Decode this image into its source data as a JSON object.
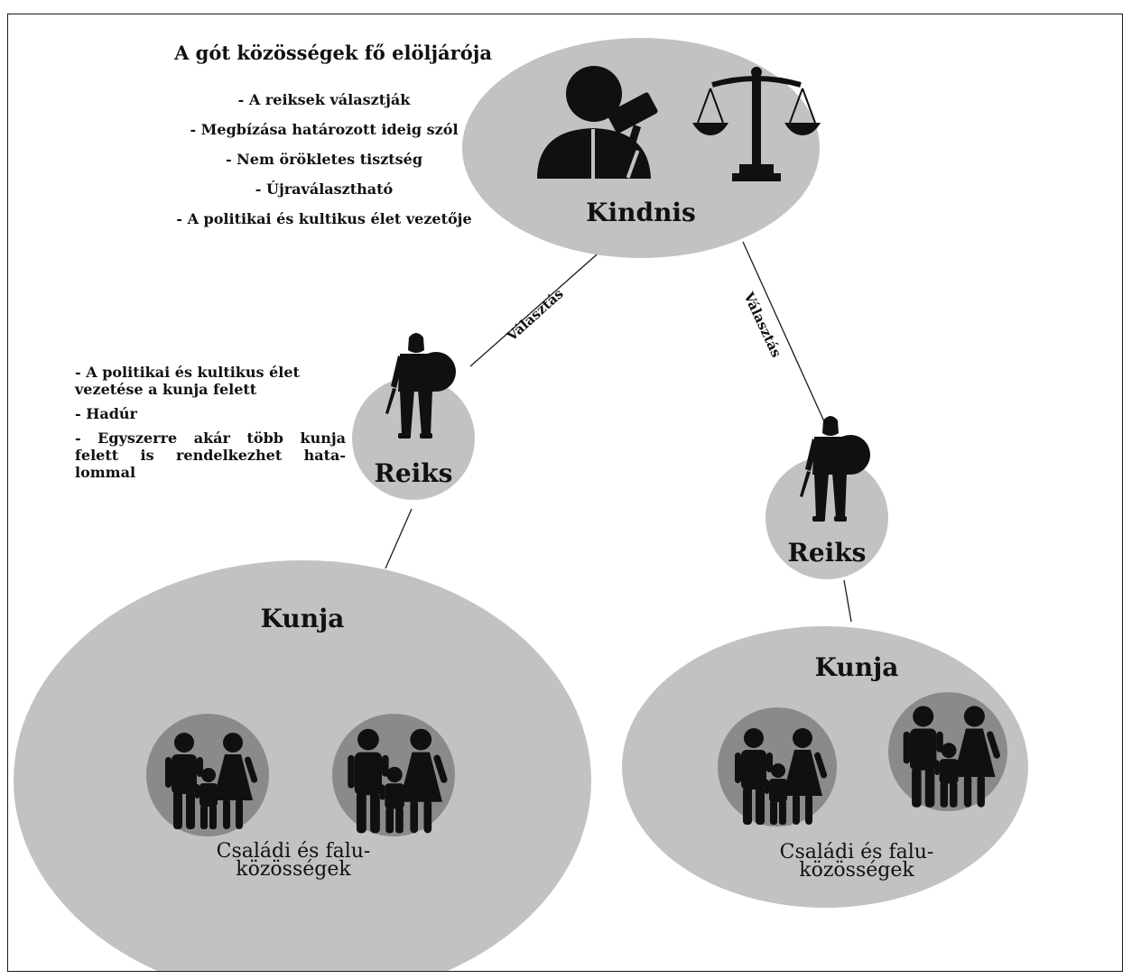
{
  "header": {
    "title": "A gót közösségek fő elöljárója",
    "bullets": [
      "- A reiksek választják",
      "- Megbízása határozott ideig szól",
      "- Nem örökletes tisztség",
      "- Újraválasztható",
      "- A politikai és kultikus élet vezetője"
    ]
  },
  "reiks_notes": {
    "item1_line1": "- A politikai és kultikus élet",
    "item1_line2": "vezetése a kunja felett",
    "item2": "- Hadúr",
    "item3_line1": "- Egyszerre akár több kunja",
    "item3_line2": "felett is rendelkezhet hata-",
    "item3_line3": "lommal"
  },
  "nodes": {
    "kindnis": "Kindnis",
    "reiks_left": "Reiks",
    "reiks_right": "Reiks",
    "kunja_left": "Kunja",
    "kunja_right": "Kunja"
  },
  "edges": {
    "left_label": "Választás",
    "right_label": "Választás"
  },
  "communities": {
    "left_line1": "Családi és falu-",
    "left_line2": "közösségek",
    "right_line1": "Családi és falu-",
    "right_line2": "közösségek"
  },
  "colors": {
    "node_fill": "#c2c2c2",
    "inner_fill": "#8a8a8a",
    "icon_fill": "#101010"
  },
  "icons": [
    "judge-icon",
    "scales-icon",
    "warrior-icon",
    "family-icon"
  ]
}
